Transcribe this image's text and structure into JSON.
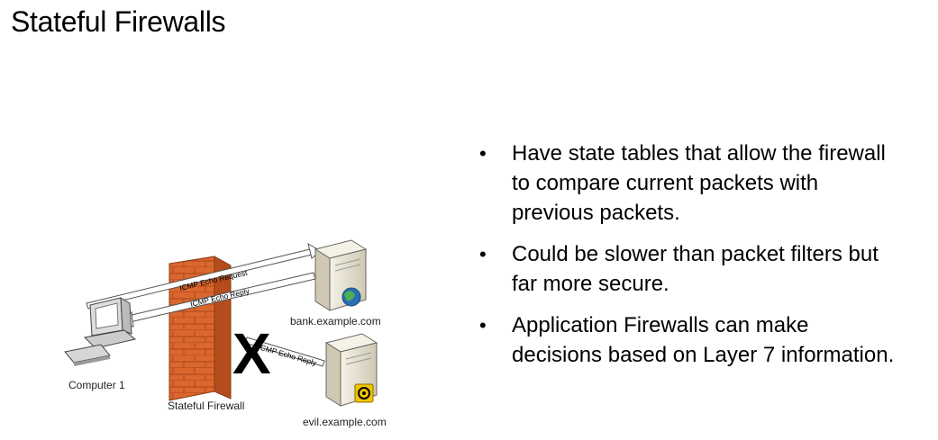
{
  "slide": {
    "title": "Stateful Firewalls"
  },
  "diagram": {
    "computer_label": "Computer 1",
    "firewall_label": "Stateful Firewall",
    "bank_label": "bank.example.com",
    "evil_label": "evil.example.com",
    "request_label": "ICMP Echo Request",
    "reply_label": "ICMP Echo Reply",
    "blocked_reply_label": "ICMP Echo Reply",
    "blocked_mark": "X"
  },
  "bullets": [
    {
      "glyph": "•",
      "text": "Have state tables that allow the firewall to compare current packets with previous packets."
    },
    {
      "glyph": "•",
      "text": "Could be slower than packet filters but far more secure."
    },
    {
      "glyph": "•",
      "text": "Application Firewalls can make decisions based on Layer 7 information."
    }
  ],
  "colors": {
    "brick": "#d9672e",
    "brick_dark": "#b54c1c",
    "server": "#e8e4d4",
    "globe": "#2a6fb3",
    "hazard": "#f2c500"
  }
}
